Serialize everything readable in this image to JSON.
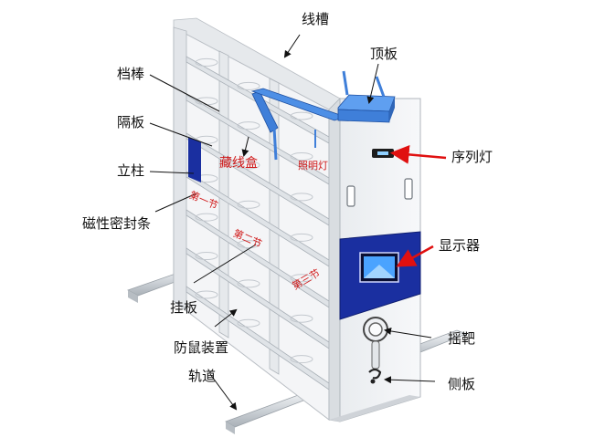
{
  "diagram": {
    "callouts": [
      {
        "id": "xiancao",
        "text": "线槽",
        "color": "#111111"
      },
      {
        "id": "dingban",
        "text": "顶板",
        "color": "#111111"
      },
      {
        "id": "dangbang",
        "text": "档棒",
        "color": "#111111"
      },
      {
        "id": "geban",
        "text": "隔板",
        "color": "#111111"
      },
      {
        "id": "lizhu",
        "text": "立柱",
        "color": "#111111"
      },
      {
        "id": "cixing",
        "text": "磁性密封条",
        "color": "#111111"
      },
      {
        "id": "guaban",
        "text": "挂板",
        "color": "#111111"
      },
      {
        "id": "fangshu",
        "text": "防鼠装置",
        "color": "#111111"
      },
      {
        "id": "guidao",
        "text": "轨道",
        "color": "#111111"
      },
      {
        "id": "xuliedeng",
        "text": "序列灯",
        "color": "#111111"
      },
      {
        "id": "xianshiqi",
        "text": "显示器",
        "color": "#111111"
      },
      {
        "id": "yaoba",
        "text": "摇靶",
        "color": "#111111"
      },
      {
        "id": "ceban",
        "text": "侧板",
        "color": "#111111"
      }
    ],
    "inner_labels": {
      "cangxianhe": "藏线盒",
      "zhaomingdeng": "照明灯",
      "section1": "第一节",
      "section2": "第二节",
      "section3": "第三节"
    },
    "colors": {
      "panel_blue": "#1a2fa0",
      "junction_box": "#3f7fd9",
      "cabinet": "#eef0f3",
      "red_arrow": "#e01010",
      "rail": "#d4d8dc"
    }
  }
}
